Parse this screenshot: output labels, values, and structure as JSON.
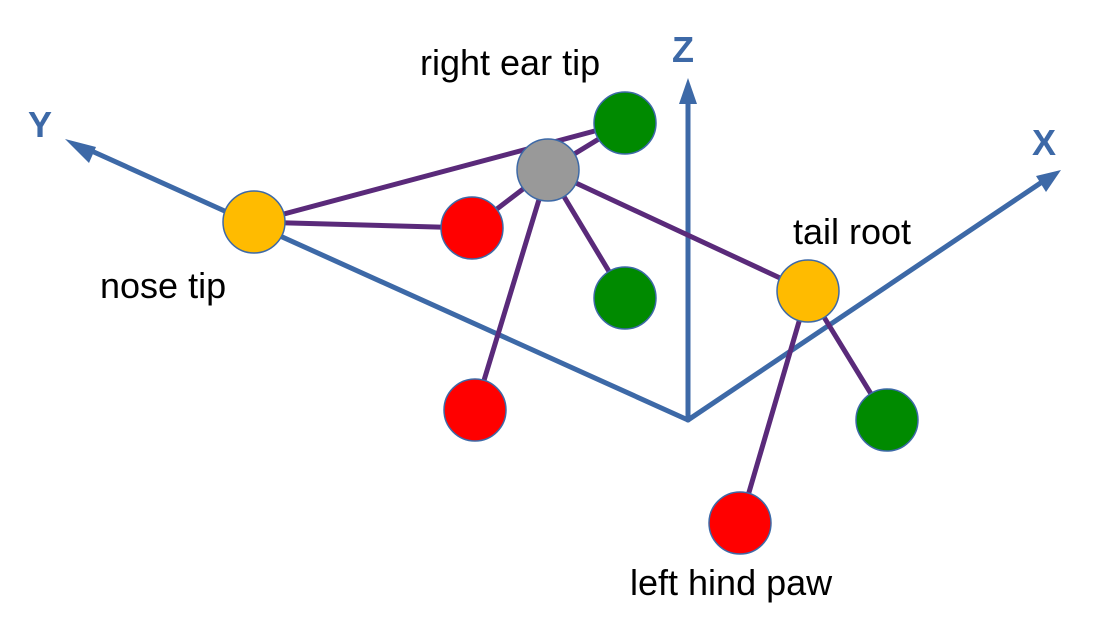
{
  "colors": {
    "axis": "#3d69a7",
    "skeleton": "#5a2a7a",
    "node_stroke": "#3d69a7",
    "key_point": "#ffbb00",
    "center": "#999999",
    "right_side": "#008a00",
    "left_side": "#ff0000"
  },
  "axes": {
    "x_label": "X",
    "y_label": "Y",
    "z_label": "Z"
  },
  "labels": {
    "right_ear_tip": "right ear tip",
    "nose_tip": "nose tip",
    "tail_root": "tail root",
    "left_hind_paw": "left hind paw"
  }
}
